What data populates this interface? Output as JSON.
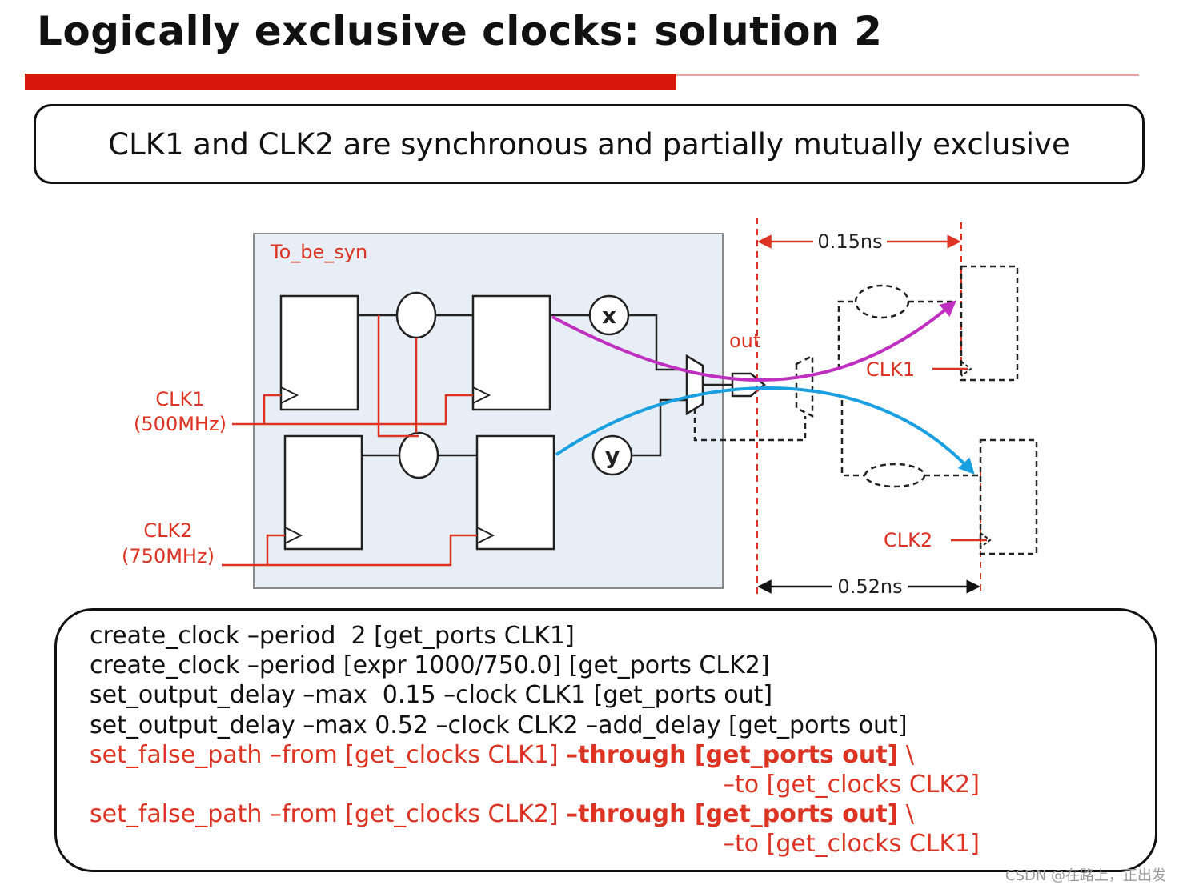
{
  "title": "Logically exclusive clocks: solution 2",
  "statement": "CLK1 and CLK2 are synchronous and partially mutually exclusive",
  "diagram": {
    "module_label": "To_be_syn",
    "clk1_label": "CLK1",
    "clk1_freq": "(500MHz)",
    "clk2_label": "CLK2",
    "clk2_freq": "(750MHz)",
    "node_x": "x",
    "node_y": "y",
    "out_label": "out",
    "delay1": "0.15ns",
    "delay2": "0.52ns",
    "ext_clk1_label": "CLK1",
    "ext_clk2_label": "CLK2",
    "colors": {
      "red": "#dd3322",
      "magenta": "#c030c0",
      "cyan": "#1aa0e0"
    }
  },
  "code": {
    "line1": "create_clock –period  2 [get_ports CLK1]",
    "line2": "create_clock –period [expr 1000/750.0] [get_ports CLK2]",
    "line3": "set_output_delay –max  0.15 –clock CLK1 [get_ports out]",
    "line4": "set_output_delay –max 0.52 –clock CLK2 –add_delay [get_ports out]",
    "line5a": "set_false_path –from [get_clocks CLK1] ",
    "line5b": "–through [get_ports out]",
    "line5c": " \\",
    "line6": "–to [get_clocks CLK2]",
    "line7a": "set_false_path –from [get_clocks CLK2] ",
    "line7b": "–through [get_ports out]",
    "line7c": " \\",
    "line8": "–to [get_clocks CLK1]"
  },
  "watermark": "CSDN @在路上，正出发"
}
